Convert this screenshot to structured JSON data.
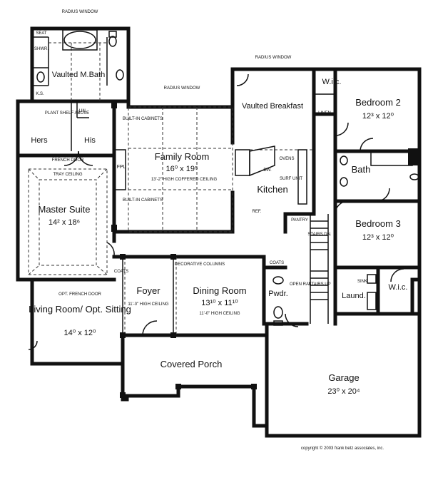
{
  "labels": {
    "radius_window_top": "RADIUS WINDOW",
    "radius_window_family": "RADIUS WINDOW",
    "radius_window_breakfast": "RADIUS WINDOW",
    "seat": "SEAT",
    "shwr": "SHWR.",
    "ks": "K.S.",
    "lin_bath": "LIN.",
    "plant_shelf": "PLANT SHELF ABOVE",
    "hers": "Hers",
    "his": "His",
    "vaulted_mbath": "Vaulted M.Bath",
    "french_door": "FRENCH DOOR",
    "tray_ceiling": "TRAY CEILING",
    "master_suite": "Master Suite",
    "master_suite_size": "14² x 18⁶",
    "coats_left": "COATS",
    "built_in_top": "BUILT-IN CABINETS",
    "built_in_bottom": "BUILT-IN CABINETS",
    "fpl": "FPL",
    "family_room": "Family Room",
    "family_room_size": "16⁰ x 19⁵",
    "coffered_ceiling": "13'-2\" HIGH COFFERED CEILING",
    "vaulted_breakfast": "Vaulted Breakfast",
    "ovens": "OVENS",
    "dw": "DW.",
    "surf_unit": "SURF UNIT",
    "kitchen": "Kitchen",
    "ref": "REF.",
    "pantry": "PANTRY",
    "linen": "LINEN",
    "wic_top": "W.i.c.",
    "bedroom2": "Bedroom 2",
    "bedroom2_size": "12³ x 12⁰",
    "bath": "Bath",
    "bedroom3": "Bedroom 3",
    "bedroom3_size": "12³ x 12⁰",
    "stairs_dn": "STAIRS DN.",
    "stairs_up": "STAIRS UP",
    "open_rail": "OPEN RAIL",
    "coats_right": "COATS",
    "pwdr": "Pwdr.",
    "laund": "Laund.",
    "sink": "SINK",
    "wic_bottom": "W.i.c.",
    "decorative_columns": "DECORATIVE COLUMNS",
    "opt_french_door": "OPT. FRENCH DOOR",
    "living_room": "Living Room/ Opt. Sitting",
    "living_room_size": "14⁰ x 12⁰",
    "foyer": "Foyer",
    "foyer_ceiling": "11'-0\" HIGH CEILING",
    "dining_room": "Dining Room",
    "dining_room_size": "13¹⁰ x 11¹⁰",
    "dining_ceiling": "11'-0\" HIGH CEILING",
    "covered_porch": "Covered Porch",
    "garage": "Garage",
    "garage_size": "23⁰ x 20⁴",
    "copyright": "copyright © 2003 frank betz associates, inc."
  }
}
